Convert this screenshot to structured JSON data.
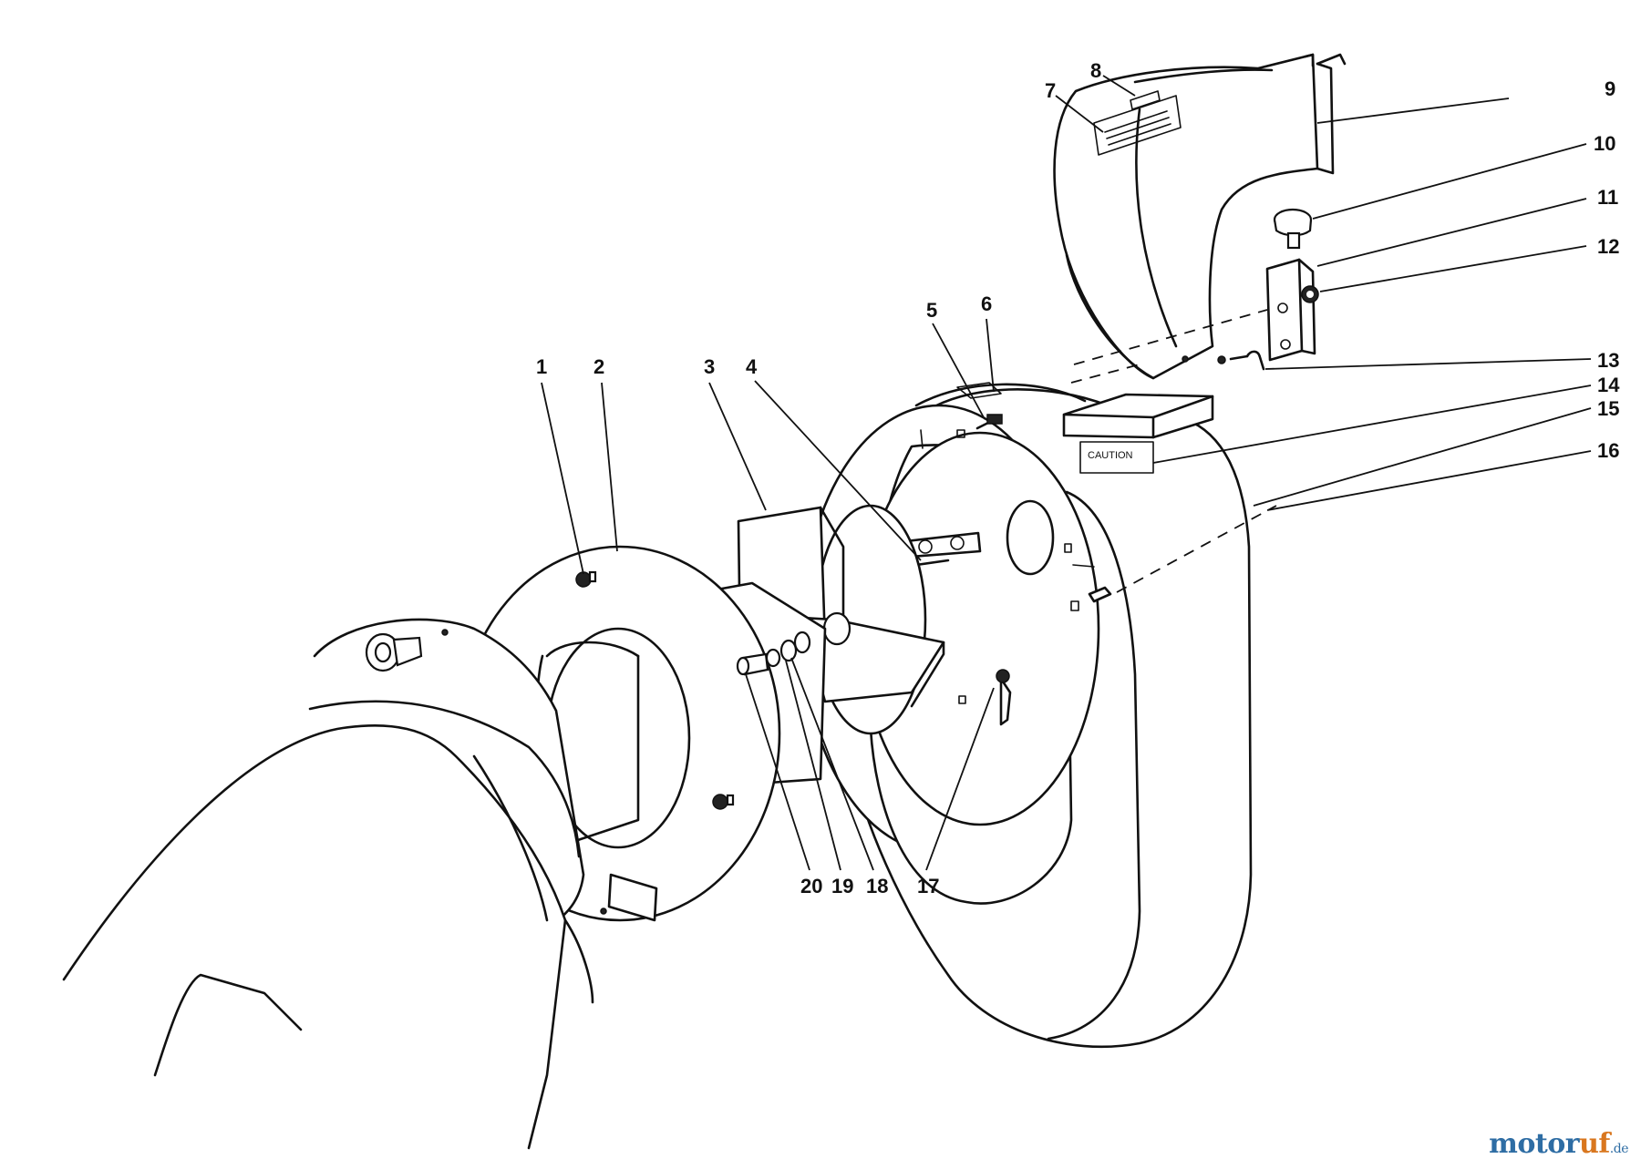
{
  "diagram": {
    "part_numbers": [
      "1",
      "2",
      "3",
      "4",
      "5",
      "6",
      "7",
      "8",
      "9",
      "10",
      "11",
      "12",
      "13",
      "14",
      "15",
      "16",
      "17",
      "18",
      "19",
      "20"
    ],
    "decals": {
      "caution": "CAUTION"
    }
  },
  "watermark": {
    "part_a": "motor",
    "part_b": "uf",
    "part_c": ".de"
  }
}
